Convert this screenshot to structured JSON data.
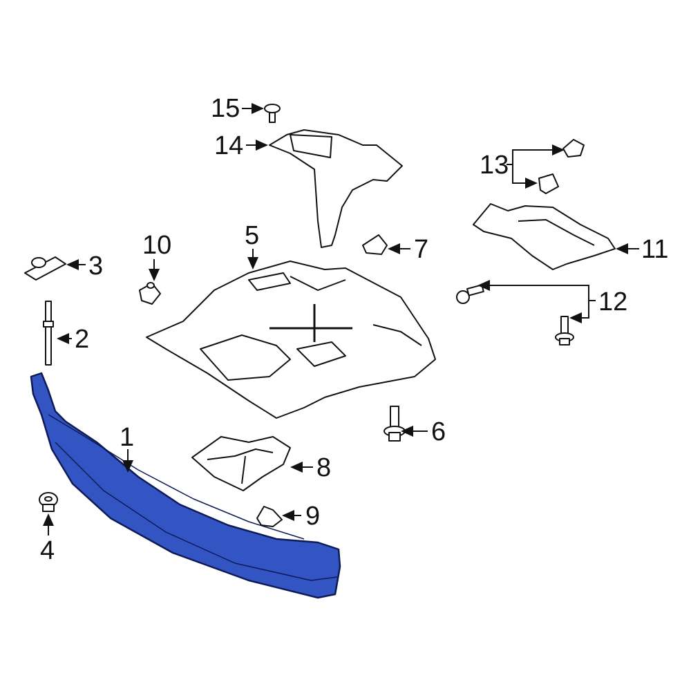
{
  "diagram": {
    "type": "exploded parts diagram",
    "highlight_color": "#3355c4",
    "line_color": "#111111",
    "callouts": [
      {
        "id": "1",
        "label": "1",
        "part": "bumper-valance-deflector",
        "highlighted": true
      },
      {
        "id": "2",
        "label": "2",
        "part": "pin"
      },
      {
        "id": "3",
        "label": "3",
        "part": "u-nut"
      },
      {
        "id": "4",
        "label": "4",
        "part": "push-retainer"
      },
      {
        "id": "5",
        "label": "5",
        "part": "under-engine-shield"
      },
      {
        "id": "6",
        "label": "6",
        "part": "bolt"
      },
      {
        "id": "7",
        "label": "7",
        "part": "clip-nut"
      },
      {
        "id": "8",
        "label": "8",
        "part": "shield-plate"
      },
      {
        "id": "9",
        "label": "9",
        "part": "clip"
      },
      {
        "id": "10",
        "label": "10",
        "part": "u-nut"
      },
      {
        "id": "11",
        "label": "11",
        "part": "side-shield"
      },
      {
        "id": "12",
        "label": "12",
        "part": "bolts"
      },
      {
        "id": "13",
        "label": "13",
        "part": "nuts"
      },
      {
        "id": "14",
        "label": "14",
        "part": "bracket-shield"
      },
      {
        "id": "15",
        "label": "15",
        "part": "bolt"
      }
    ]
  }
}
